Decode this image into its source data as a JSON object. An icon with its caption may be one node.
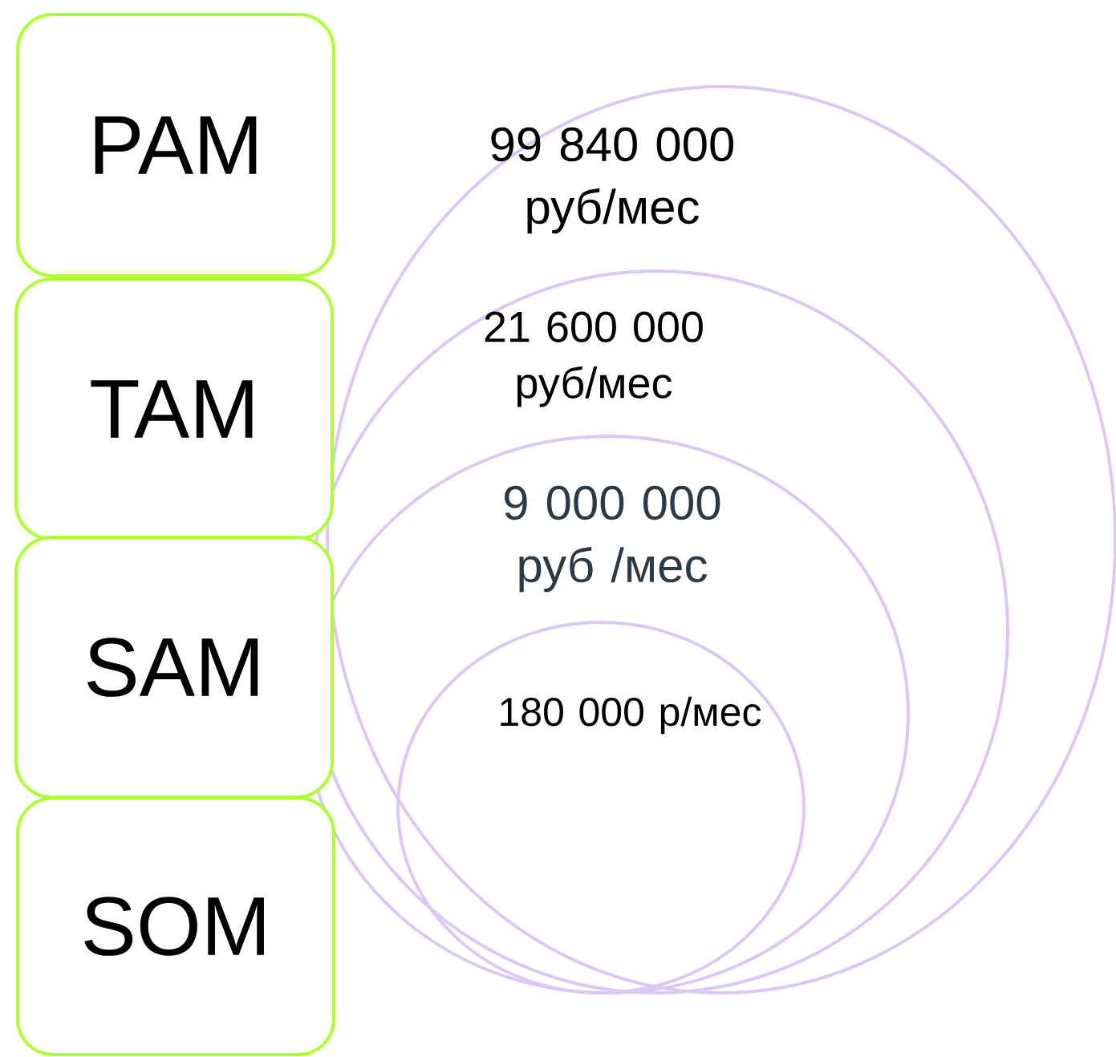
{
  "diagram": {
    "nodes": [
      {
        "text": [
          "PAM"
        ]
      },
      {
        "text": [
          "TAM"
        ]
      },
      {
        "text": [
          "SAM"
        ]
      },
      {
        "text": [
          "SOM"
        ]
      },
      {
        "text": [
          "99 840 000 руб/мес"
        ]
      },
      {
        "text": [
          "21 600 000 руб/мес"
        ],
        "in": 4
      },
      {
        "text": [
          "9 000 000 руб /мес"
        ],
        "in": 5
      },
      {
        "text": [
          "180 000 р/мес"
        ],
        "in": 6
      }
    ]
  }
}
